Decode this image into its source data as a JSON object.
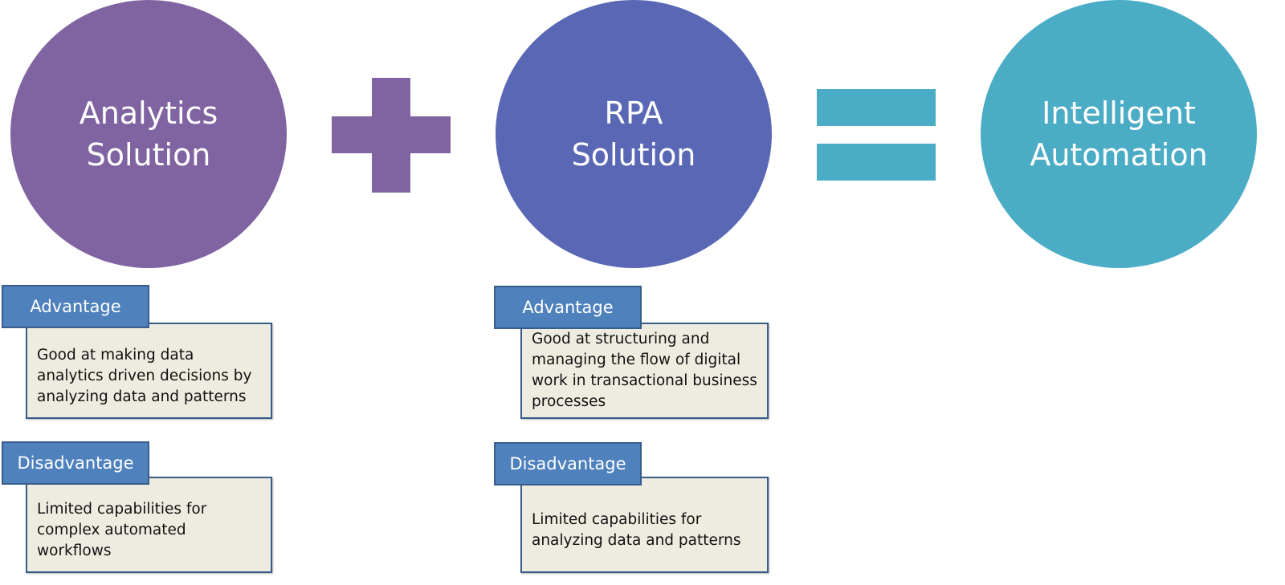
{
  "colors": {
    "analytics": "#8064A2",
    "rpa": "#5A67B5",
    "intelligent": "#4BACC6",
    "label": "#4F81BD",
    "box": "#EEECE1"
  },
  "circles": [
    {
      "line1": "Analytics",
      "line2": "Solution"
    },
    {
      "line1": "RPA",
      "line2": "Solution"
    },
    {
      "line1": "Intelligent",
      "line2": "Automation"
    }
  ],
  "operators": {
    "plus": "plus-sign",
    "equals": "equals-sign"
  },
  "analytics": {
    "advantage_label": "Advantage",
    "advantage_text": "Good at making data analytics driven decisions by analyzing data and patterns",
    "disadvantage_label": "Disadvantage",
    "disadvantage_text": "Limited capabilities for complex automated workflows"
  },
  "rpa": {
    "advantage_label": "Advantage",
    "advantage_text": "Good at structuring and managing the flow of digital work in transactional business processes",
    "disadvantage_label": "Disadvantage",
    "disadvantage_text": "Limited capabilities for analyzing data and patterns"
  }
}
